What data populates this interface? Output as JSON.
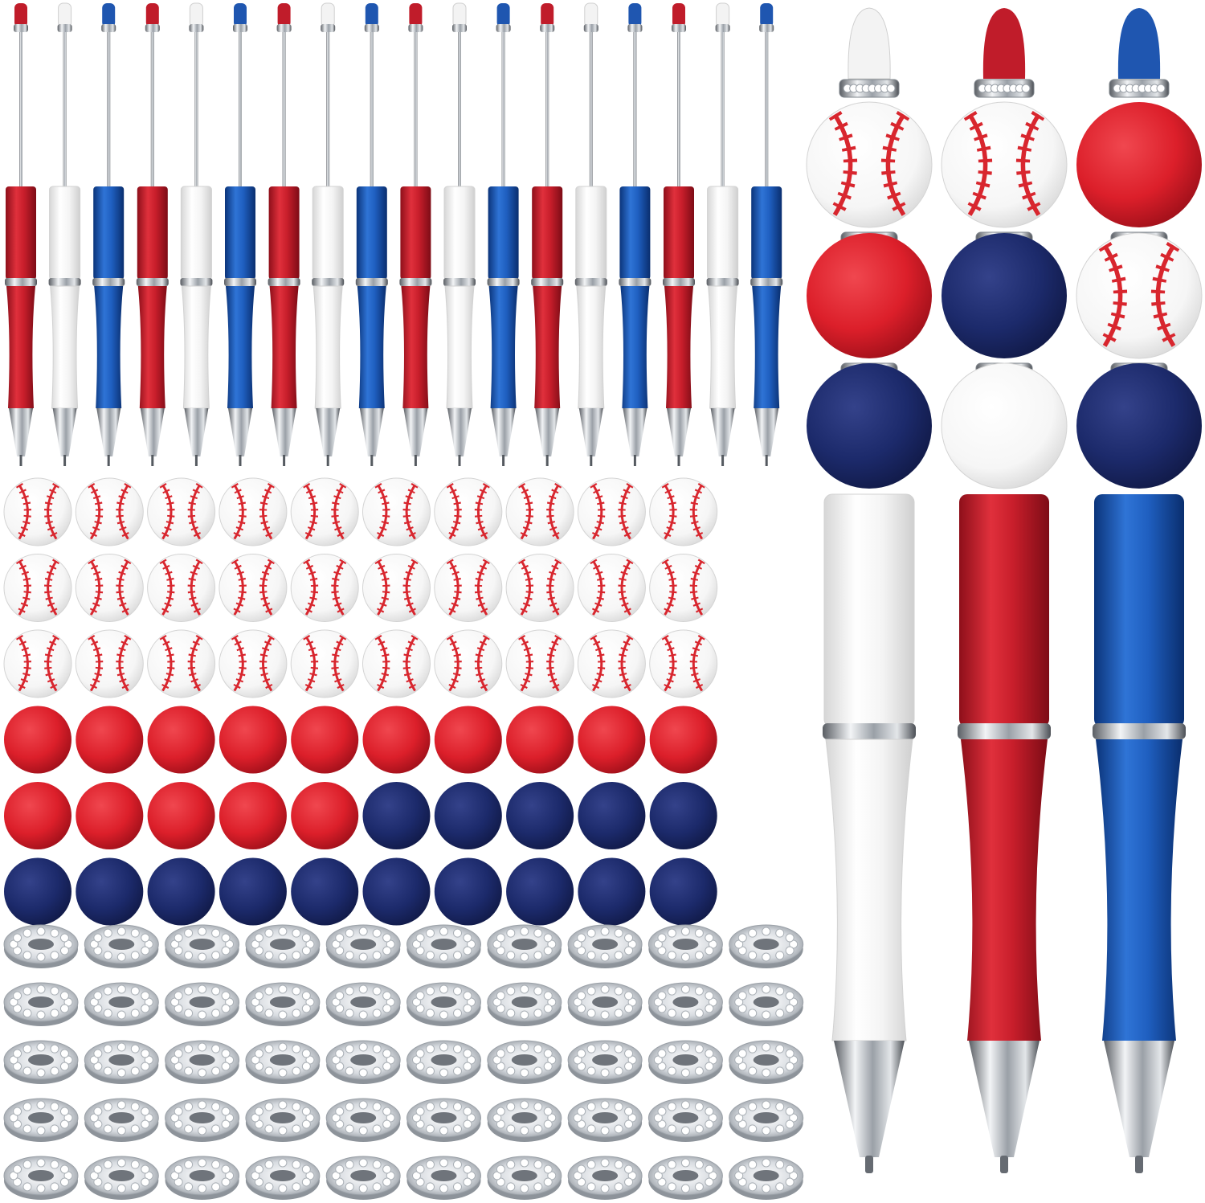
{
  "colors": {
    "red": "#d3202e",
    "red_dark": "#8e0f1a",
    "white": "#f7f7f7",
    "blue": "#1f5fc0",
    "blue_dark": "#0b347a",
    "navy": "#1c2a6b",
    "stitch": "#d8262e",
    "silver": "#c9cdd2"
  },
  "small_pens": {
    "count": 18,
    "color_pattern": [
      "red",
      "white",
      "blue"
    ]
  },
  "bead_rows": [
    [
      "baseball",
      "baseball",
      "baseball",
      "baseball",
      "baseball",
      "baseball",
      "baseball",
      "baseball",
      "baseball",
      "baseball"
    ],
    [
      "baseball",
      "baseball",
      "baseball",
      "baseball",
      "baseball",
      "baseball",
      "baseball",
      "baseball",
      "baseball",
      "baseball"
    ],
    [
      "baseball",
      "baseball",
      "baseball",
      "baseball",
      "baseball",
      "baseball",
      "baseball",
      "baseball",
      "baseball",
      "baseball"
    ],
    [
      "red",
      "red",
      "red",
      "red",
      "red",
      "red",
      "red",
      "red",
      "red",
      "red"
    ],
    [
      "red",
      "red",
      "red",
      "red",
      "red",
      "navy",
      "navy",
      "navy",
      "navy",
      "navy"
    ],
    [
      "navy",
      "navy",
      "navy",
      "navy",
      "navy",
      "navy",
      "navy",
      "navy",
      "navy",
      "navy"
    ]
  ],
  "spacers": {
    "rows": 5,
    "cols": 10
  },
  "large_pens": [
    {
      "body": "white",
      "cap": "white",
      "beads": [
        "baseball",
        "red",
        "navy"
      ]
    },
    {
      "body": "red",
      "cap": "red",
      "beads": [
        "baseball",
        "navy",
        "white"
      ]
    },
    {
      "body": "blue",
      "cap": "blue",
      "beads": [
        "red",
        "baseball",
        "navy"
      ]
    }
  ]
}
